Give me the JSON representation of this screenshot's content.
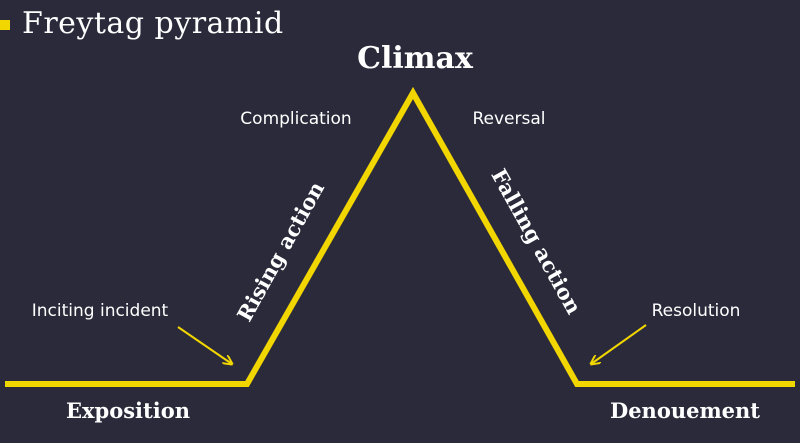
{
  "title": "Freytag pyramid",
  "accent_color": "#f2d600",
  "background_color": "#2b2a3a",
  "stages": {
    "exposition": "Exposition",
    "rising_action": "Rising action",
    "climax": "Climax",
    "falling_action": "Falling action",
    "denouement": "Denouement"
  },
  "events": {
    "inciting_incident": "Inciting incident",
    "complication": "Complication",
    "reversal": "Reversal",
    "resolution": "Resolution"
  }
}
